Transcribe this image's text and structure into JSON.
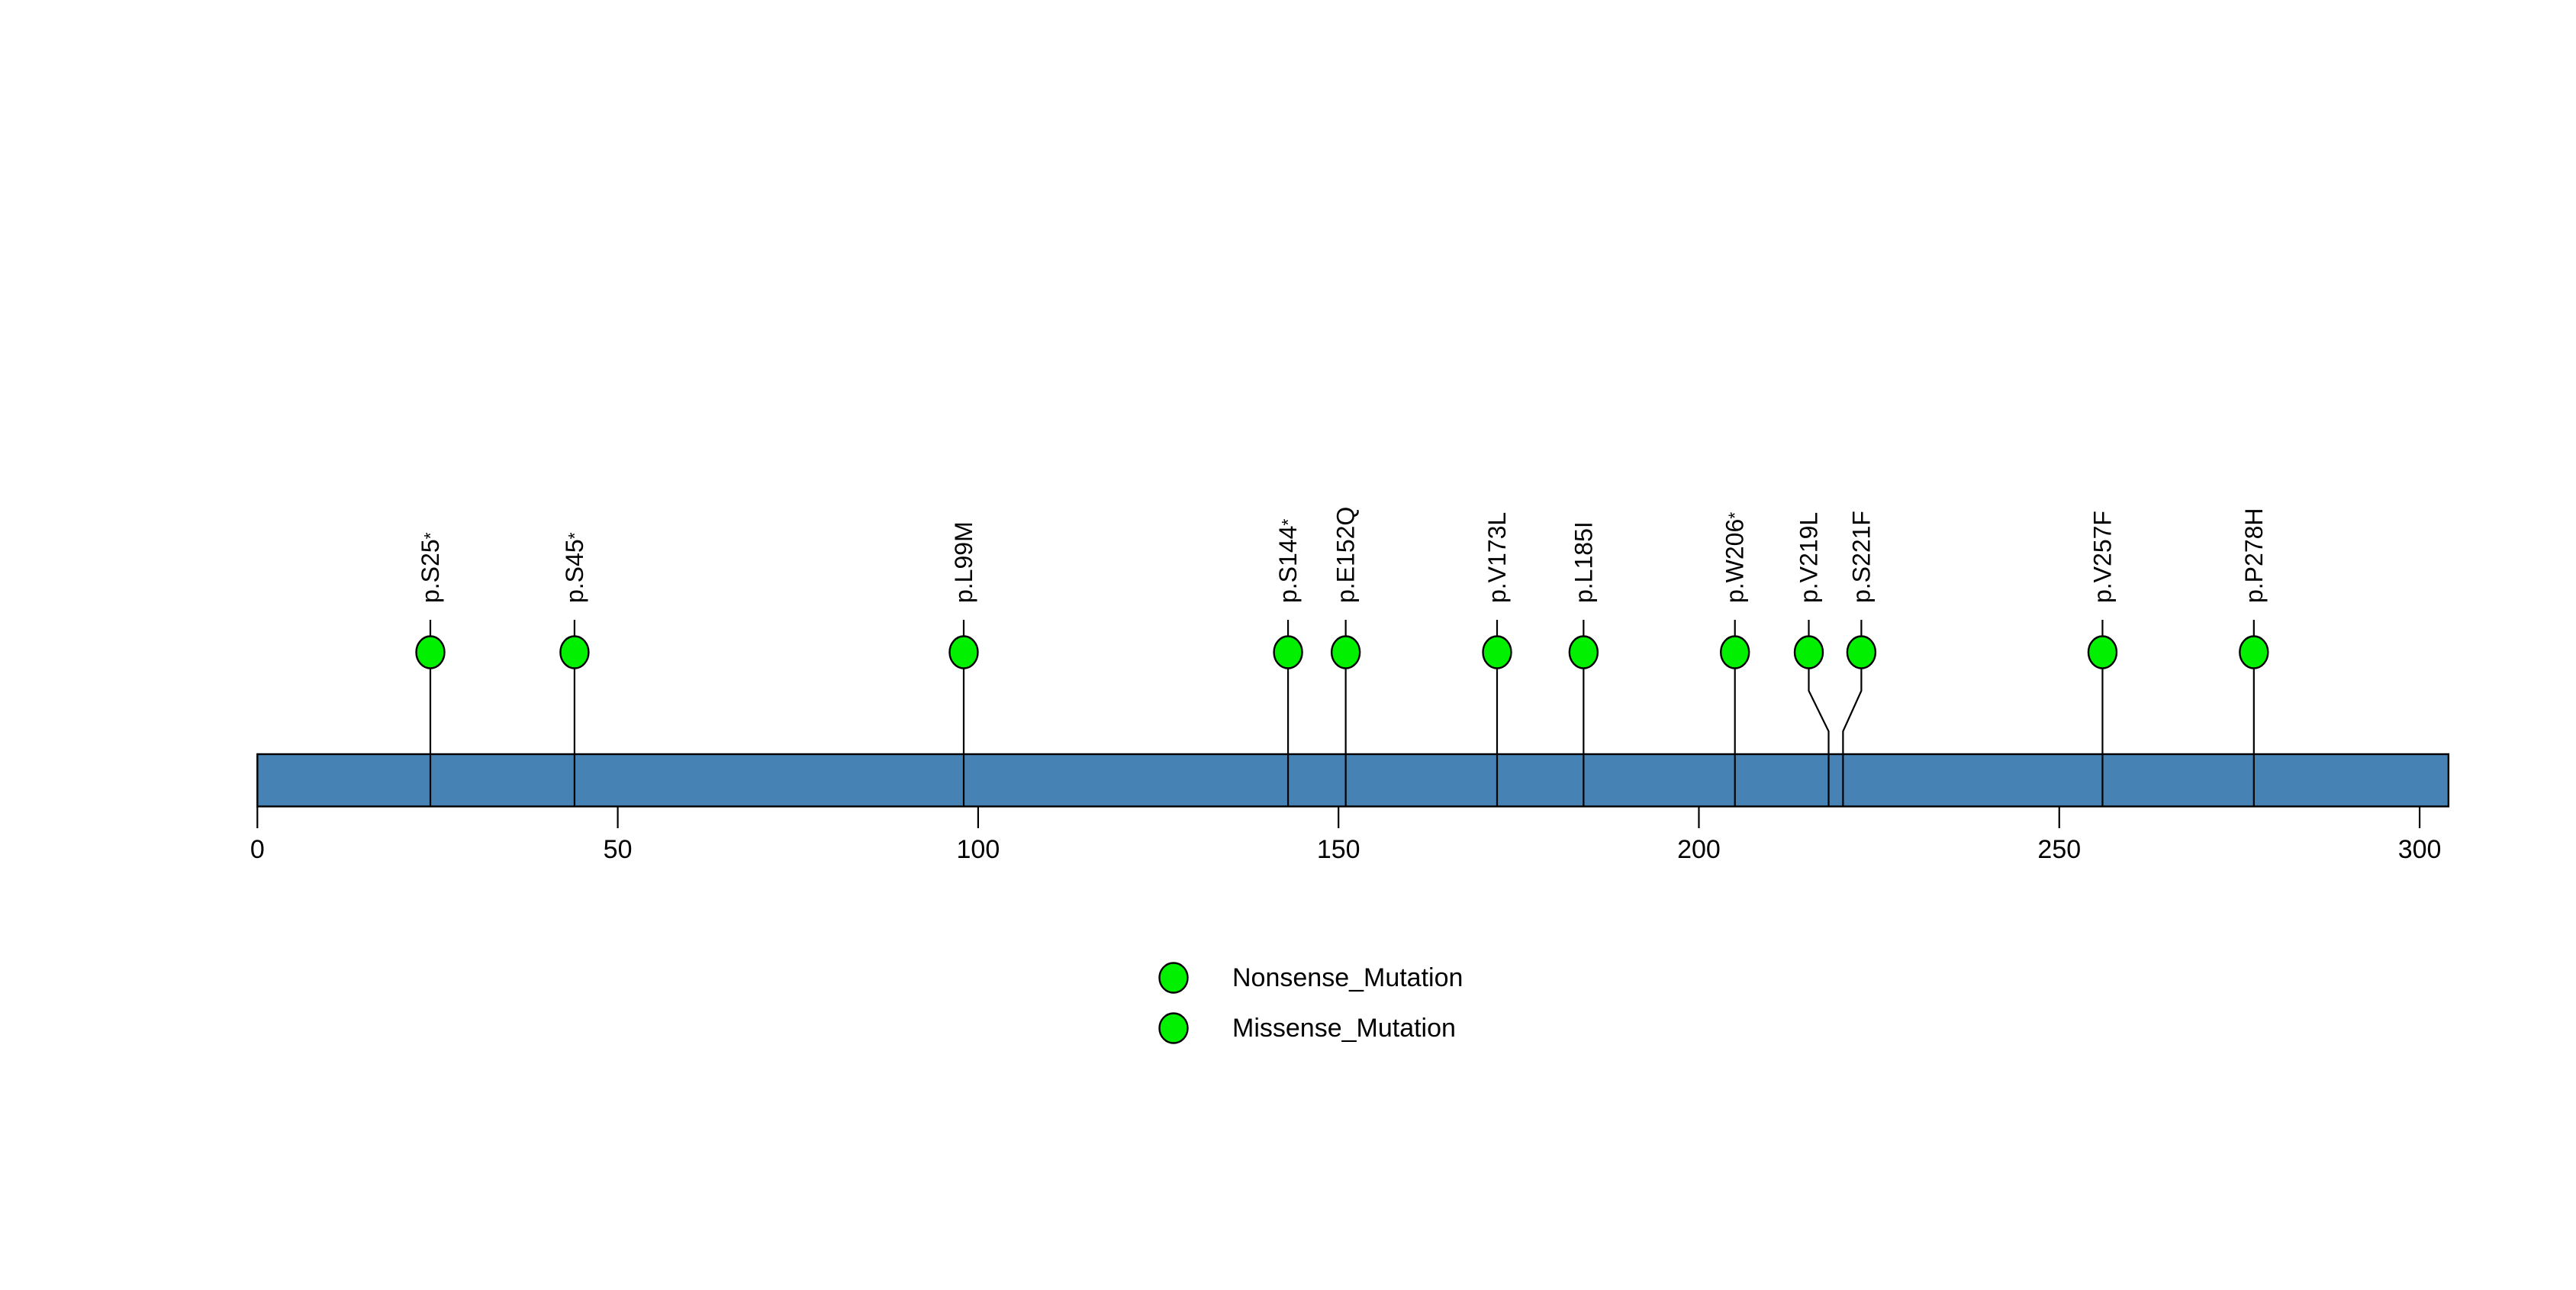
{
  "chart_data": {
    "type": "lollipop",
    "title": "",
    "xlabel": "",
    "ylabel": "",
    "grid": false,
    "gene_axis": {
      "tick_values": [
        0,
        50,
        100,
        150,
        200,
        250,
        300
      ],
      "xlim": [
        0,
        304
      ],
      "protein_length_aa": 304
    },
    "backbone_color": "#4682B4",
    "backbone_border_color": "#000000",
    "stem_color": "#000000",
    "marker_border_color": "#000000",
    "marker_color": "#00F000",
    "mutations": [
      {
        "label": "p.S25",
        "suffix": "*",
        "position": 25,
        "type": "Nonsense_Mutation",
        "color": "#00F000"
      },
      {
        "label": "p.S45",
        "suffix": "*",
        "position": 45,
        "type": "Nonsense_Mutation",
        "color": "#00F000"
      },
      {
        "label": "p.L99M",
        "suffix": "",
        "position": 99,
        "type": "Missense_Mutation",
        "color": "#00F000"
      },
      {
        "label": "p.S144",
        "suffix": "*",
        "position": 144,
        "type": "Nonsense_Mutation",
        "color": "#00F000"
      },
      {
        "label": "p.E152Q",
        "suffix": "",
        "position": 152,
        "type": "Missense_Mutation",
        "color": "#00F000"
      },
      {
        "label": "p.V173L",
        "suffix": "",
        "position": 173,
        "type": "Missense_Mutation",
        "color": "#00F000"
      },
      {
        "label": "p.L185I",
        "suffix": "",
        "position": 185,
        "type": "Missense_Mutation",
        "color": "#00F000"
      },
      {
        "label": "p.W206",
        "suffix": "*",
        "position": 206,
        "type": "Nonsense_Mutation",
        "color": "#00F000"
      },
      {
        "label": "p.V219L",
        "suffix": "",
        "position": 219,
        "type": "Missense_Mutation",
        "color": "#00F000",
        "display_offset": -26
      },
      {
        "label": "p.S221F",
        "suffix": "",
        "position": 221,
        "type": "Missense_Mutation",
        "color": "#00F000",
        "display_offset": 24
      },
      {
        "label": "p.V257F",
        "suffix": "",
        "position": 257,
        "type": "Missense_Mutation",
        "color": "#00F000"
      },
      {
        "label": "p.P278H",
        "suffix": "",
        "position": 278,
        "type": "Missense_Mutation",
        "color": "#00F000"
      }
    ],
    "legend": {
      "position": "bottom-center",
      "entries": [
        {
          "label": "Nonsense_Mutation",
          "color": "#00F000"
        },
        {
          "label": "Missense_Mutation",
          "color": "#00F000"
        }
      ]
    }
  }
}
